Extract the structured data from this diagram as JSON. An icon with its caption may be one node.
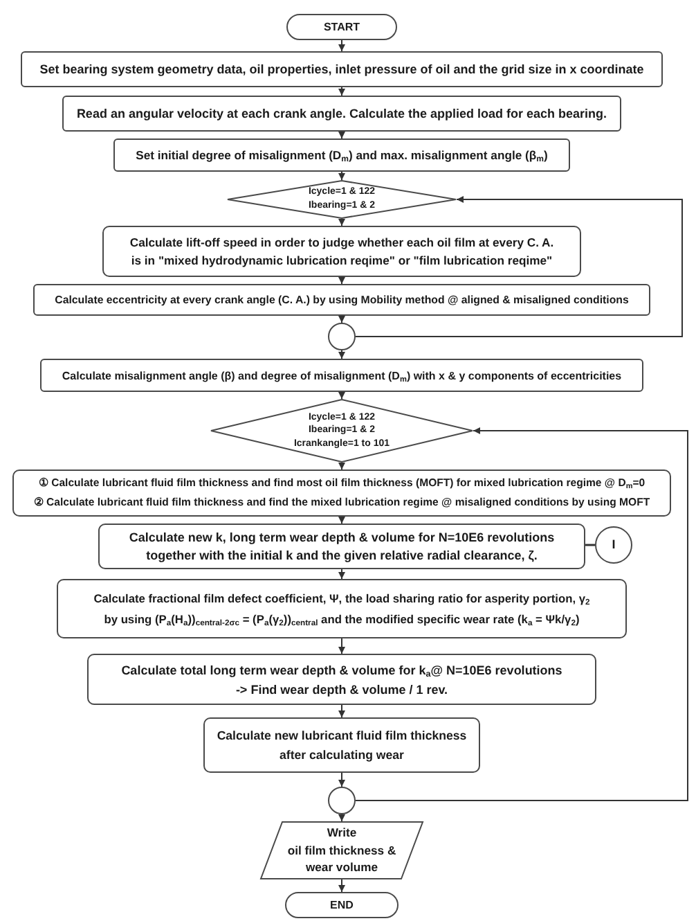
{
  "diagram": {
    "nodes": [
      {
        "text": [
          "START"
        ]
      },
      {
        "text": [
          "Set bearing system geometry data, oil properties, inlet pressure of oil and the grid size in x coordinate"
        ]
      },
      {
        "text": [
          "Read an angular velocity at each crank angle. Calculate the applied load for each bearing."
        ]
      },
      {
        "text": [
          "Set initial degree of misalignment (D$_{m}$) and max. misalignment angle (β$_{m}$)"
        ]
      },
      {
        "text": [
          "Icycle=1 & 122",
          "Ibearing=1 & 2"
        ]
      },
      {
        "text": [
          "Calculate lift-off speed in order to judge whether each oil film at every C. A. is in \"mixed hydrodynamic lubrication reqime\" or \"film lubrication reqime\""
        ]
      },
      {
        "text": [
          "Calculate eccentricity at every crank angle (C. A.) by using Mobility method @ aligned & misaligned conditions"
        ]
      },
      {
        "text": [],
        "shape": "circle"
      },
      {
        "text": [
          "Calculate misalignment angle (β) and degree of misalignment (D$_{m}$) with x & y components of eccentricities"
        ]
      },
      {
        "text": [
          "Icycle=1 & 122",
          "Ibearing=1 & 2",
          "Icrankangle=1 to 101"
        ]
      },
      {
        "text": [
          "① Calculate lubricant fluid film thickness and find most oil film thickness (MOFT) for mixed lubrication regime @ D$_{m}$=0",
          "② Calculate lubricant fluid film thickness and find the mixed lubrication regime @ misaligned conditions by using MOFT"
        ]
      },
      {
        "text": [
          "Calculate new k, long term wear depth & volume for N=10E6 revolutions together with the initial k and the given relative radial clearance, ζ."
        ]
      },
      {
        "text": [
          "I"
        ]
      },
      {
        "text": [
          "Calculate fractional film defect coefficient, Ψ, the load sharing ratio for asperity portion, γ$_{2}$ by using (P$_{a}$(H$_{a}$))$_{central-2σc}$ = (P$_{a}$(γ$_{2}$))$_{central}$ and the modified specific wear rate (k$_{a}$ = Ψk/γ$_{2}$)"
        ]
      },
      {
        "text": [
          "Calculate total long term wear depth & volume for k$_{a}$@ N=10E6 revolutions",
          "-> Find wear depth & volume / 1 rev."
        ]
      },
      {
        "text": [
          "Calculate new lubricant fluid film thickness after calculating wear"
        ]
      },
      {
        "text": [],
        "shape": "circle"
      },
      {
        "text": [
          "Write",
          "oil film thickness & wear volume"
        ]
      },
      {
        "text": [
          "END"
        ]
      }
    ],
    "edges": [
      {
        "from": 0,
        "to": 1,
        "arrow": "to"
      },
      {
        "from": 1,
        "to": 2,
        "arrow": "to"
      },
      {
        "from": 2,
        "to": 3,
        "arrow": "to"
      },
      {
        "from": 3,
        "to": 4,
        "arrow": "to"
      },
      {
        "from": 4,
        "to": 5,
        "arrow": "to"
      },
      {
        "from": 5,
        "to": 6,
        "arrow": "to"
      },
      {
        "from": 6,
        "to": 7,
        "arrow": "to"
      },
      {
        "from": 7,
        "to": 4,
        "arrow": "to"
      },
      {
        "from": 7,
        "to": 8,
        "arrow": "to"
      },
      {
        "from": 8,
        "to": 9,
        "arrow": "to"
      },
      {
        "from": 9,
        "to": 10,
        "arrow": "to"
      },
      {
        "from": 10,
        "to": 11,
        "arrow": "to"
      },
      {
        "from": 11,
        "to": 12,
        "arrow": "none"
      },
      {
        "from": 11,
        "to": 13,
        "arrow": "to"
      },
      {
        "from": 13,
        "to": 14,
        "arrow": "to"
      },
      {
        "from": 14,
        "to": 15,
        "arrow": "to"
      },
      {
        "from": 15,
        "to": 16,
        "arrow": "to"
      },
      {
        "from": 16,
        "to": 9,
        "arrow": "to"
      },
      {
        "from": 16,
        "to": 17,
        "arrow": "to"
      },
      {
        "from": 17,
        "to": 18,
        "arrow": "to"
      }
    ]
  }
}
